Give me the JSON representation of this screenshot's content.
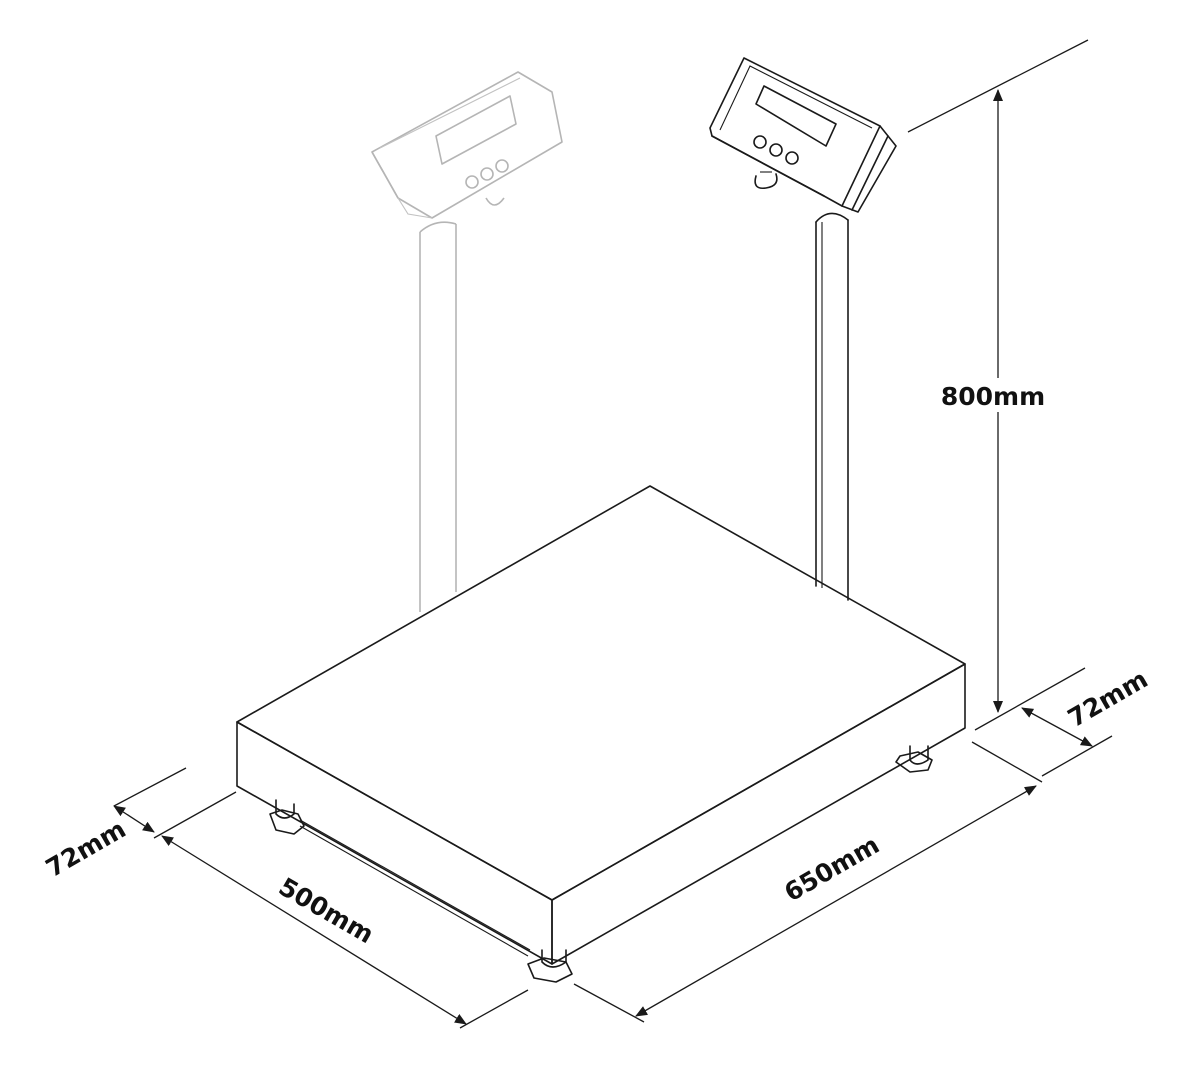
{
  "dimensions": {
    "height": "800mm",
    "depth": "650mm",
    "width": "500mm",
    "foot_back": "72mm",
    "foot_front": "72mm"
  },
  "colors": {
    "line": "#1a1a1a",
    "ghost": "#b5b5b5",
    "background": "#ffffff"
  }
}
